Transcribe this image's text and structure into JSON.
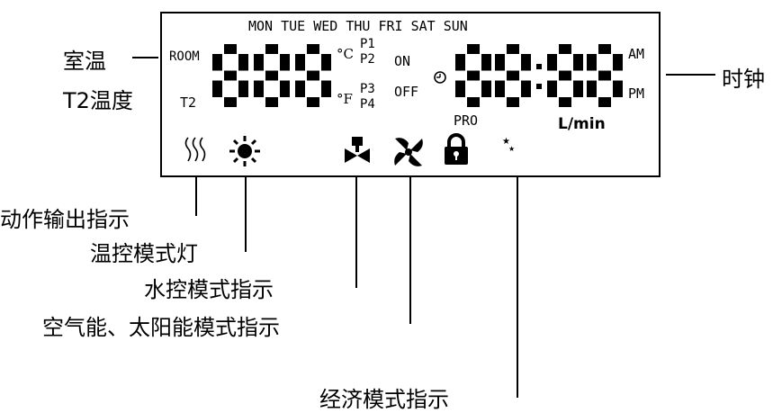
{
  "lcd": {
    "days": "MON TUE WED THU FRI SAT SUN",
    "room": "ROOM",
    "t2": "T2",
    "unit_c": "°C",
    "unit_f": "°F",
    "programs": [
      "P1",
      "P2",
      "P3",
      "P4"
    ],
    "on": "ON",
    "off": "OFF",
    "am": "AM",
    "pm": "PM",
    "pro": "PRO",
    "flow_unit": "L/min",
    "time_separator": ":"
  },
  "annotations": {
    "room_temp": "室温",
    "t2_temp": "T2温度",
    "clock": "时钟",
    "output_indicator": "动作输出指示",
    "temp_mode_light": "温控模式灯",
    "water_mode": "水控模式指示",
    "air_solar_mode": "空气能、太阳能模式指示",
    "eco_mode": "经济模式指示"
  },
  "icons": [
    "heat-wave-icon",
    "sun-icon",
    "valve-icon",
    "fan-icon",
    "lock-icon",
    "moon-stars-icon"
  ]
}
